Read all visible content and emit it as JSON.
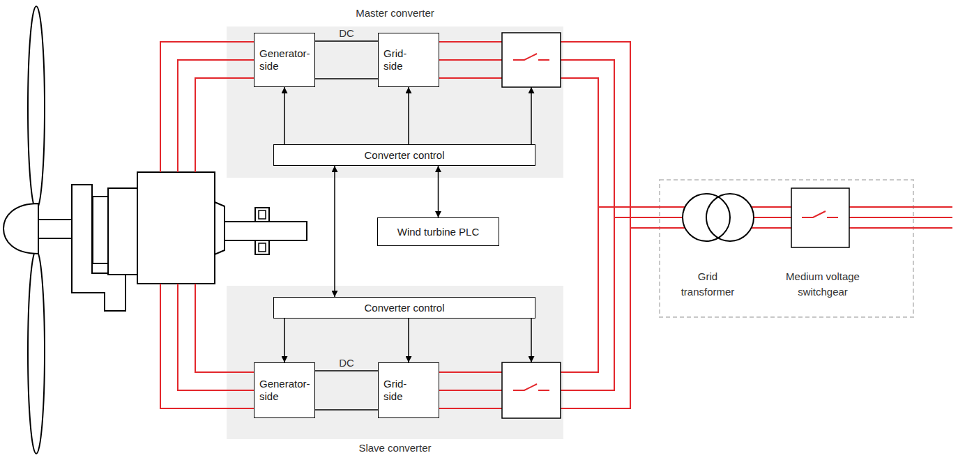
{
  "diagram": {
    "nodes": [
      {
        "text": [
          "Master converter"
        ]
      },
      {
        "text": [
          "Generator- side"
        ],
        "in": 0
      },
      {
        "text": [
          "Grid- side"
        ],
        "in": 0
      },
      {
        "text": [
          "Converter control"
        ],
        "in": 0
      },
      {
        "text": [
          "Wind turbine PLC"
        ]
      },
      {
        "text": [
          "Slave converter"
        ]
      },
      {
        "text": [
          "Converter control"
        ],
        "in": 5
      },
      {
        "text": [
          "Generator- side"
        ],
        "in": 5
      },
      {
        "text": [
          "Grid- side"
        ],
        "in": 5
      }
    ],
    "edges": [
      {
        "from": 1,
        "to": 2,
        "arrow": "none",
        "label": "DC"
      },
      {
        "from": 3,
        "to": 1,
        "arrow": "to"
      },
      {
        "from": 3,
        "to": 2,
        "arrow": "to"
      },
      {
        "from": 3,
        "to": 4,
        "arrow": "both"
      },
      {
        "from": 3,
        "to": 6,
        "arrow": "both"
      },
      {
        "from": 6,
        "to": 7,
        "arrow": "to"
      },
      {
        "from": 6,
        "to": 8,
        "arrow": "to"
      },
      {
        "from": 7,
        "to": 8,
        "arrow": "none",
        "label": "DC"
      }
    ],
    "labels": [
      "Grid transformer",
      "Medium voltage switchgear"
    ]
  }
}
